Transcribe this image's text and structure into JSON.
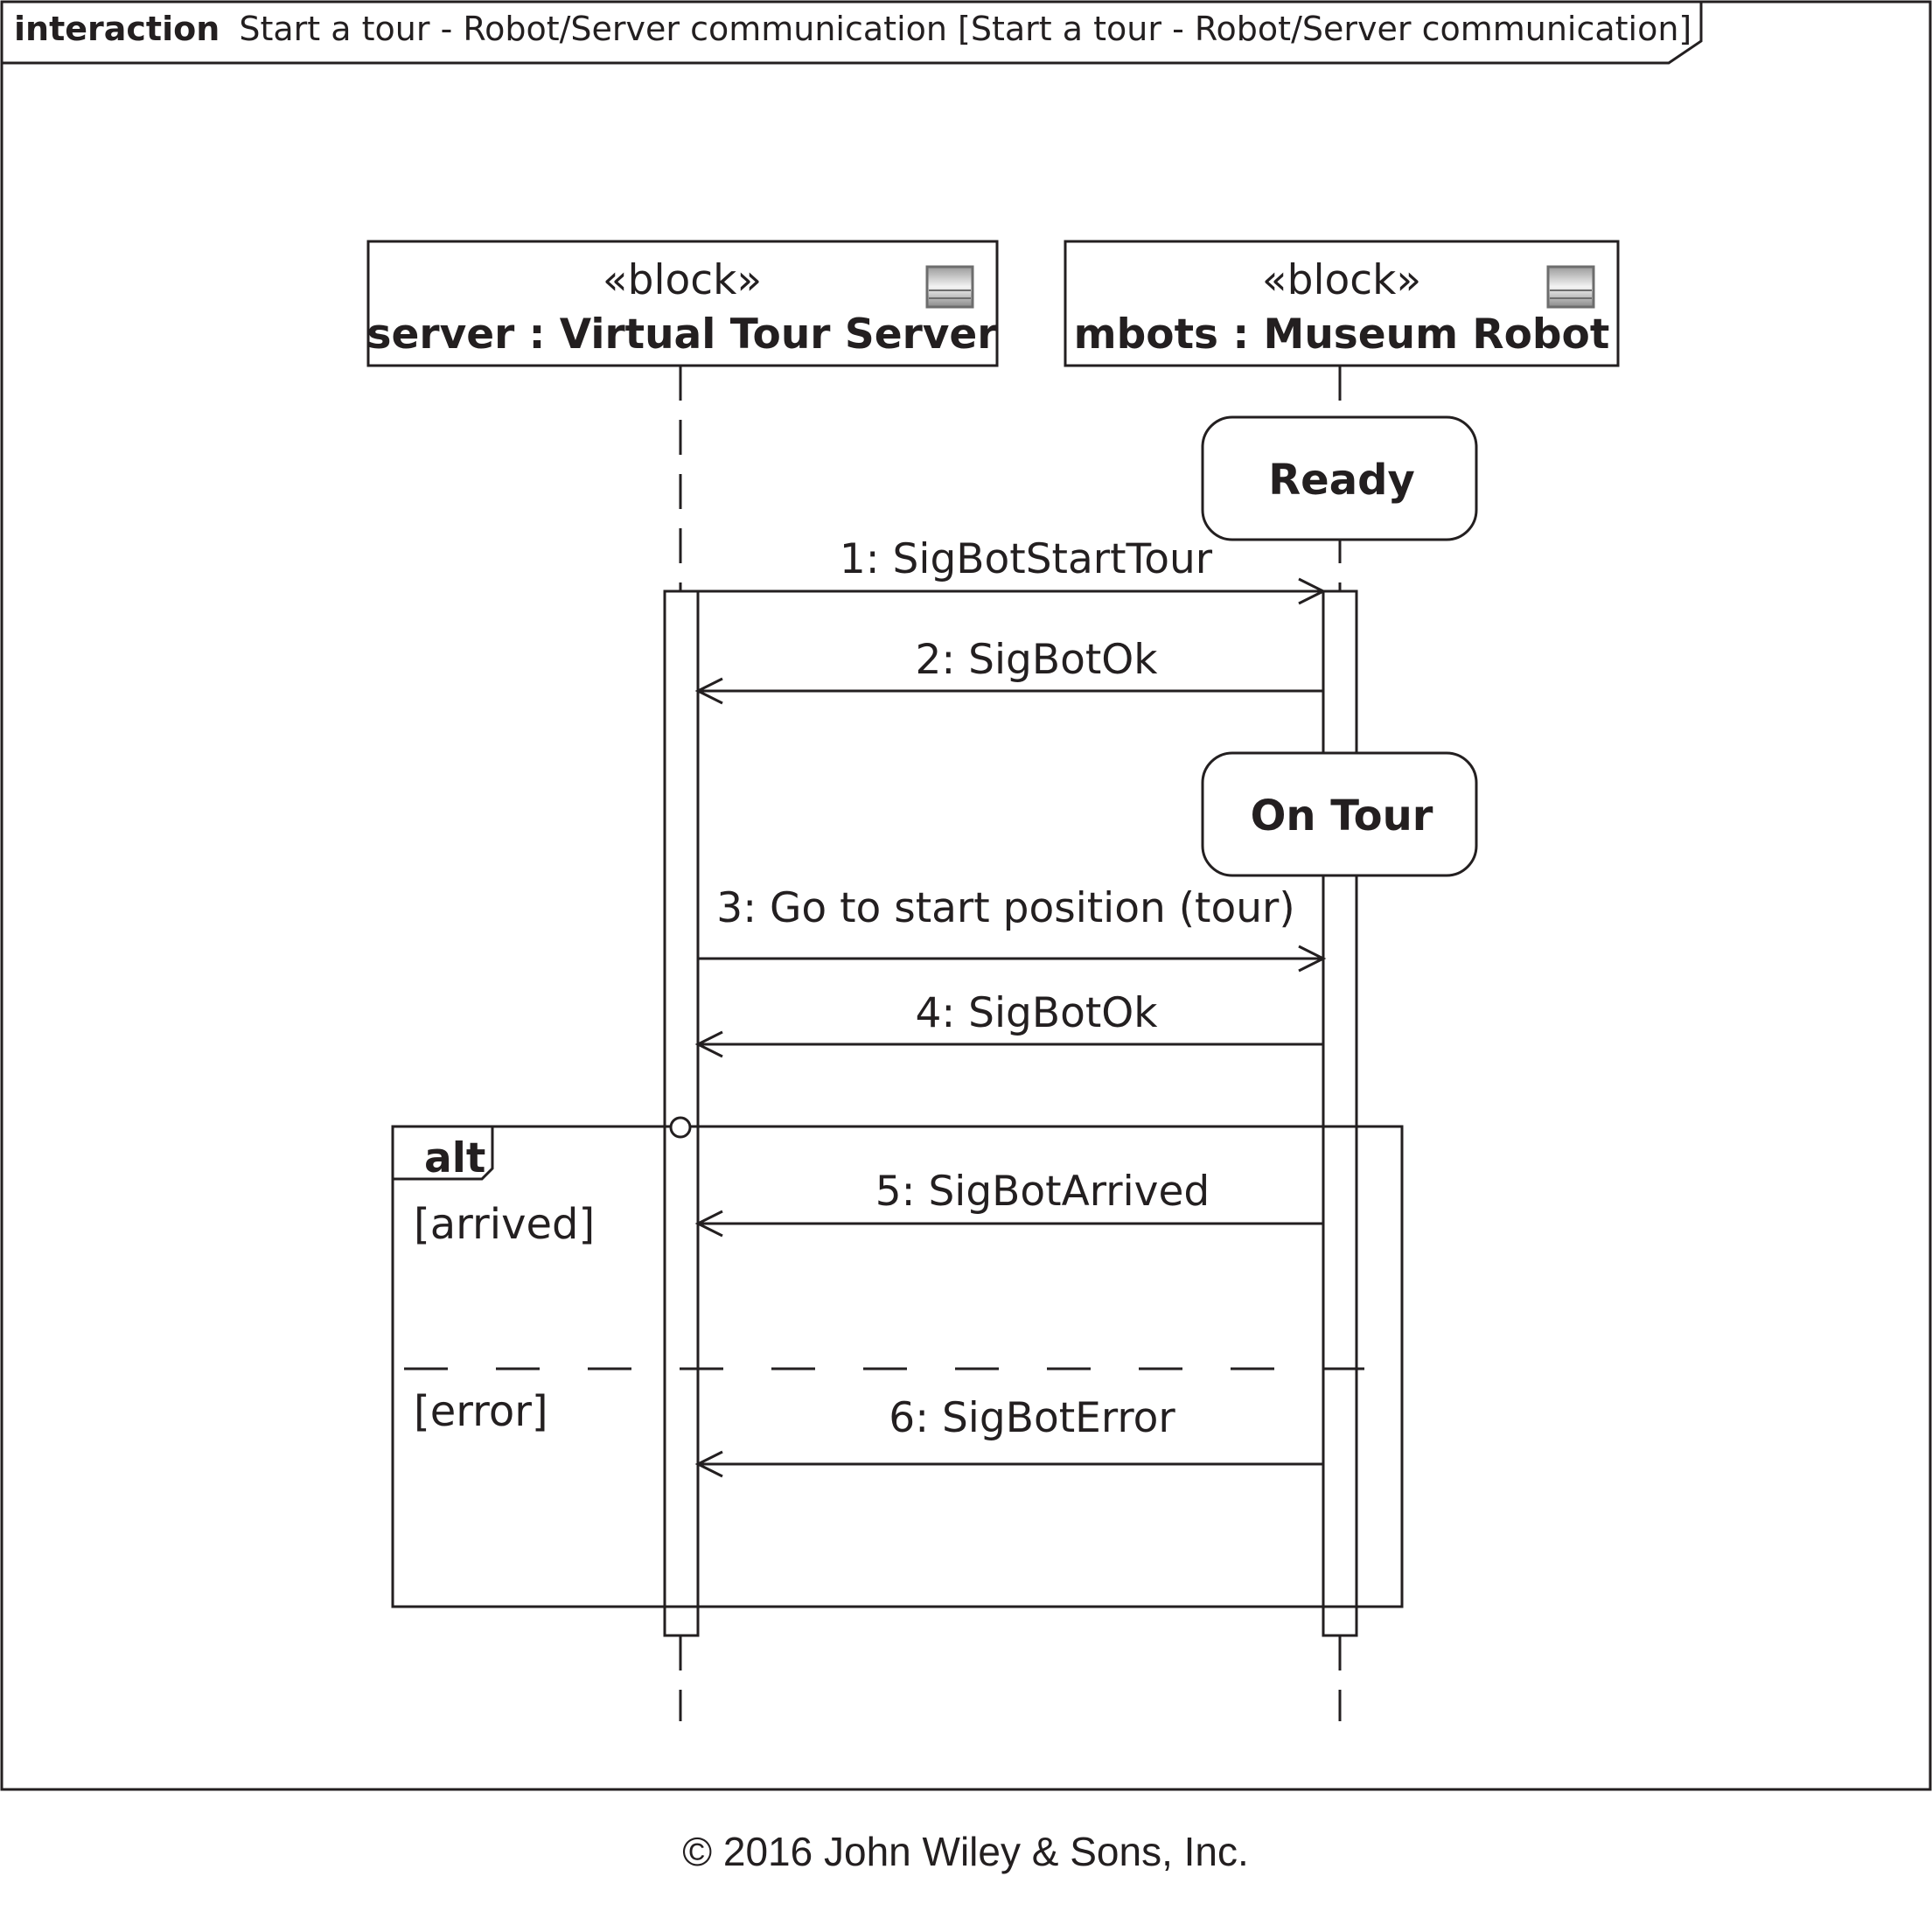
{
  "frame": {
    "keyword": "interaction",
    "title": "Start a tour - Robot/Server communication [Start a tour - Robot/Server communication]"
  },
  "lifelines": [
    {
      "stereotype": "«block»",
      "name": "server : Virtual Tour Server",
      "icon": "block-icon"
    },
    {
      "stereotype": "«block»",
      "name": "mbots : Museum Robot",
      "icon": "block-icon"
    }
  ],
  "states": [
    "Ready",
    "On Tour"
  ],
  "messages": [
    {
      "label": "1: SigBotStartTour",
      "from": "server",
      "to": "mbots"
    },
    {
      "label": "2: SigBotOk",
      "from": "mbots",
      "to": "server"
    },
    {
      "label": "3: Go to start position (tour)",
      "from": "server",
      "to": "mbots"
    },
    {
      "label": "4: SigBotOk",
      "from": "mbots",
      "to": "server"
    },
    {
      "label": "5: SigBotArrived",
      "from": "mbots",
      "to": "server"
    },
    {
      "label": "6: SigBotError",
      "from": "mbots",
      "to": "server"
    }
  ],
  "fragment": {
    "operator": "alt",
    "guards": [
      "[arrived]",
      "[error]"
    ]
  },
  "copyright": "© 2016 John Wiley & Sons, Inc."
}
